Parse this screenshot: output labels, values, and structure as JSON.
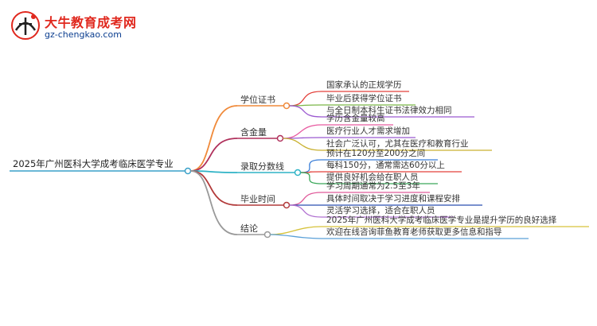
{
  "header": {
    "site_name": "大牛教育成考网",
    "site_url": "gz-chengkao.com",
    "logo_text": "大牛"
  },
  "mindmap": {
    "root": "2025年广州医科大学成考临床医学专业",
    "branches": [
      {
        "label": "学位证书",
        "color": "#f08a3a",
        "children": [
          "国家承认的正规学历",
          "毕业后获得学位证书",
          "与全日制本科生证书法律效力相同"
        ],
        "child_colors": [
          "#e3403a",
          "#7ab648",
          "#9b59d0"
        ]
      },
      {
        "label": "含金量",
        "color": "#b0315c",
        "children": [
          "学历含金量较高",
          "医疗行业人才需求增加",
          "社会广泛认可，尤其在医疗和教育行业"
        ],
        "child_colors": [
          "#e85aa0",
          "#9b59d0",
          "#c9b130"
        ]
      },
      {
        "label": "录取分数线",
        "color": "#2fb3c6",
        "children": [
          "预计在120分至200分之间",
          "每科150分，通常需达60分以上",
          "提供良好机会给在职人员"
        ],
        "child_colors": [
          "#3a7ed8",
          "#e3403a",
          "#3aa85a"
        ]
      },
      {
        "label": "毕业时间",
        "color": "#b23a3a",
        "children": [
          "学习周期通常为2.5至3年",
          "具体时间取决于学习进度和课程安排",
          "灵活学习选择，适合在职人员"
        ],
        "child_colors": [
          "#e05a9a",
          "#2a4fb0",
          "#b070d0"
        ]
      },
      {
        "label": "结论",
        "color": "#999999",
        "children": [
          "2025年广州医科大学成考临床医学专业是提升学历的良好选择",
          "欢迎在线咨询菲鱼教育老师获取更多信息和指导"
        ],
        "child_colors": [
          "#d6c23a",
          "#5aa0d8"
        ]
      }
    ]
  }
}
